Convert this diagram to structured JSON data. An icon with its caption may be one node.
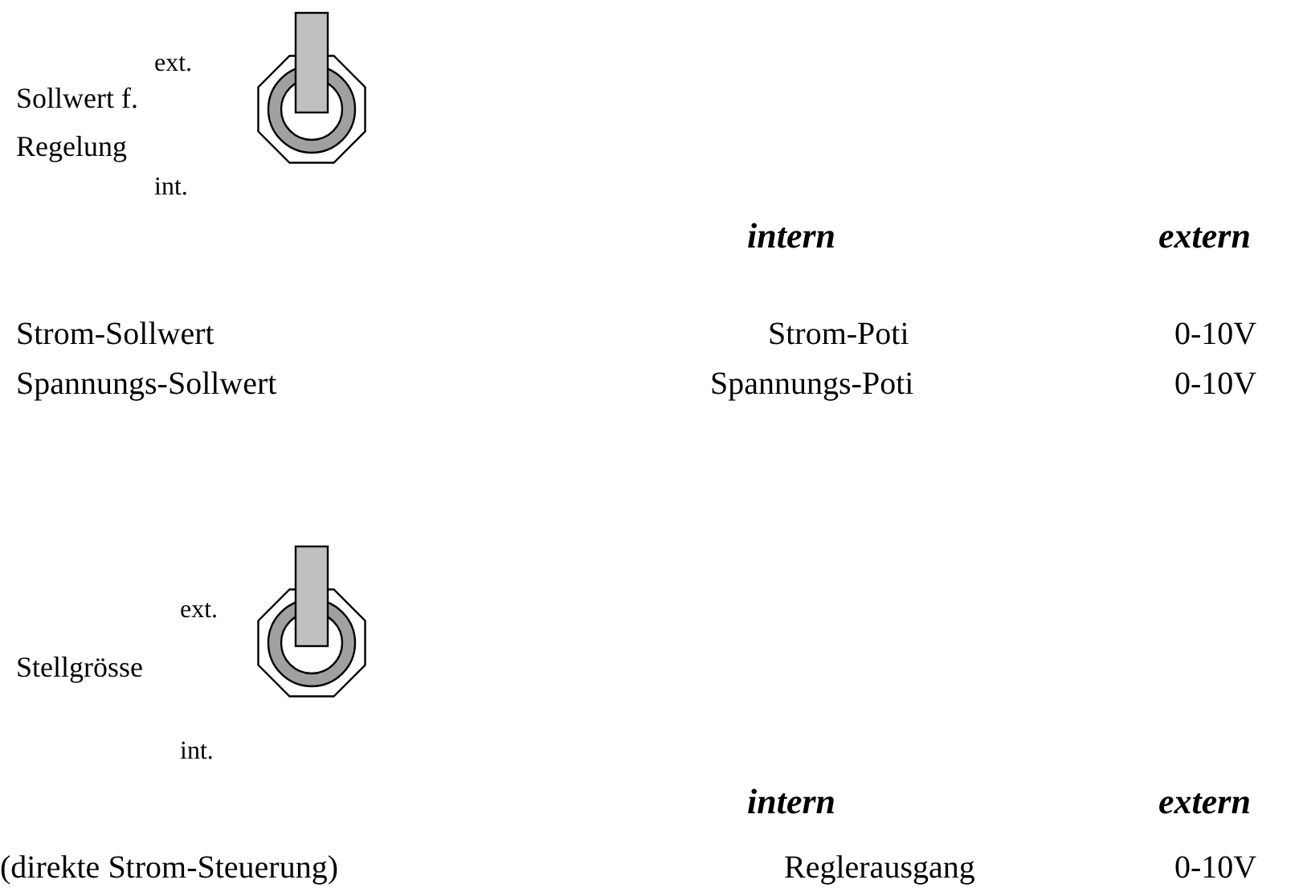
{
  "diagram": {
    "labels": [
      "ext.",
      "Sollwert f.",
      "Regelung",
      "int.",
      "intern",
      "extern",
      "Strom-Sollwert",
      "Strom-Poti",
      "0-10V",
      "Spannungs-Sollwert",
      "Spannungs-Poti",
      "0-10V",
      "ext.",
      "Stellgrösse",
      "int.",
      "intern",
      "extern",
      "(direkte Strom-Steuerung)",
      "Reglerausgang",
      "0-10V"
    ]
  }
}
